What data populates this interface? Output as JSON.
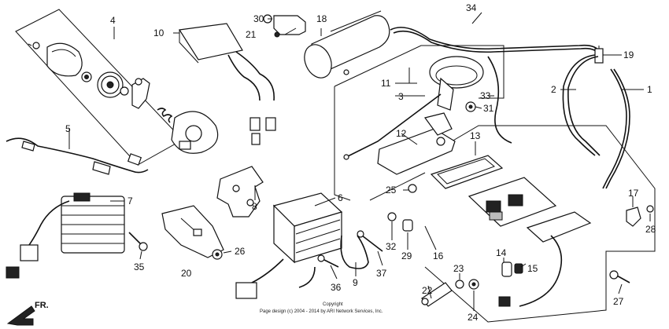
{
  "callouts": {
    "c1": "1",
    "c2": "2",
    "c3": "3",
    "c4": "4",
    "c5": "5",
    "c6": "6",
    "c7": "7",
    "c8": "8",
    "c9": "9",
    "c10": "10",
    "c11": "11",
    "c12": "12",
    "c13": "13",
    "c14": "14",
    "c15": "15",
    "c16": "16",
    "c17": "17",
    "c18": "18",
    "c19": "19",
    "c20": "20",
    "c21": "21",
    "c22": "22",
    "c23": "23",
    "c24": "24",
    "c25": "25",
    "c26": "26",
    "c27": "27",
    "c28": "28",
    "c29": "29",
    "c30": "30",
    "c31": "31",
    "c32": "32",
    "c33": "33",
    "c34": "34",
    "c35": "35",
    "c36": "36",
    "c37": "37"
  },
  "direction_label": "FR.",
  "copyright": {
    "line1": "Copyright",
    "line2": "Page design (c) 2004 - 2014 by ARI Network Services, Inc."
  }
}
